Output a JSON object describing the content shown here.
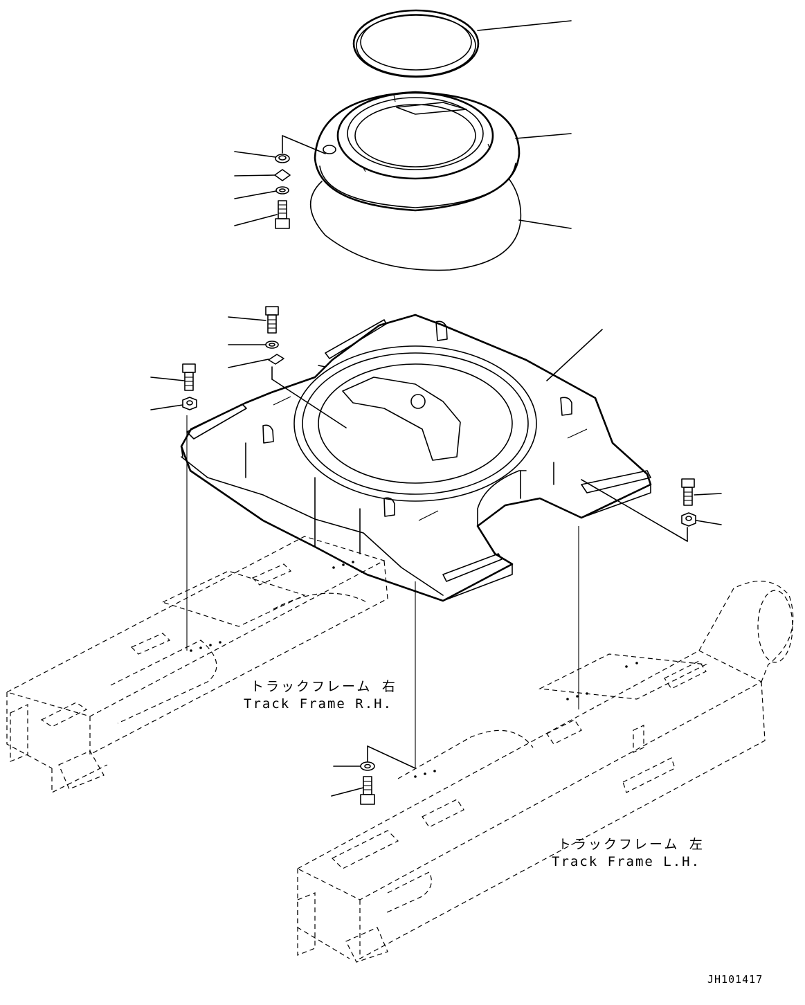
{
  "labels": {
    "track_frame_rh_jp": "トラックフレーム 右",
    "track_frame_rh_en": "Track Frame R.H.",
    "track_frame_lh_jp": "トラックフレーム 左",
    "track_frame_lh_en": "Track Frame L.H.",
    "drawing_code": "JH101417"
  },
  "colors": {
    "line": "#000000",
    "background": "#ffffff"
  }
}
